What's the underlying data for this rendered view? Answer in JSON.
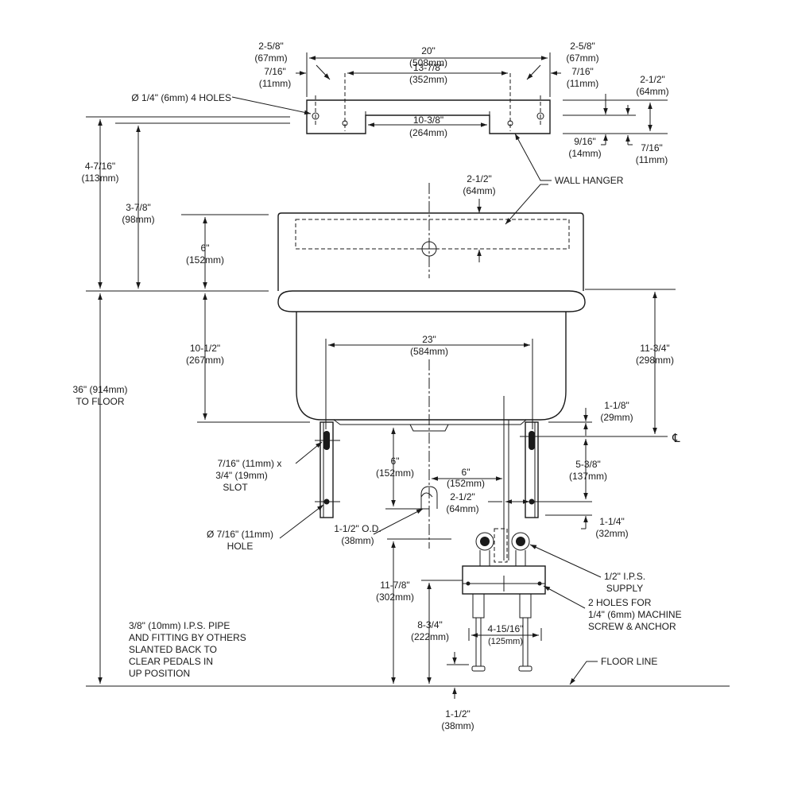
{
  "hanger": {
    "left_edge": "2-5/8\"",
    "left_edge_mm": "(67mm)",
    "right_edge": "2-5/8\"",
    "right_edge_mm": "(67mm)",
    "overall": "20\"",
    "overall_mm": "(508mm)",
    "inner": "13-7/8\"",
    "inner_mm": "(352mm)",
    "left_hole_off": "7/16\"",
    "left_hole_off_mm": "(11mm)",
    "right_hole_off": "7/16\"",
    "right_hole_off_mm": "(11mm)",
    "notch": "10-3/8\"",
    "notch_mm": "(264mm)",
    "height": "2-1/2\"",
    "height_mm": "(64mm)",
    "notch_depth": "9/16\"",
    "notch_depth_mm": "(14mm)",
    "hole_drop": "7/16\"",
    "hole_drop_mm": "(11mm)",
    "holes_note": "Ø 1/4\" (6mm) 4 HOLES",
    "label": "WALL HANGER"
  },
  "dims": {
    "d_4_7_16": "4-7/16\"",
    "d_4_7_16_mm": "(113mm)",
    "d_3_7_8": "3-7/8\"",
    "d_3_7_8_mm": "(98mm)",
    "d_6_back": "6\"",
    "d_6_back_mm": "(152mm)",
    "d_2_1_2_top": "2-1/2\"",
    "d_2_1_2_top_mm": "(64mm)",
    "d_36": "36\" (914mm)",
    "d_36_to_floor": "TO FLOOR",
    "d_10_1_2": "10-1/2\"",
    "d_10_1_2_mm": "(267mm)",
    "d_23": "23\"",
    "d_23_mm": "(584mm)",
    "d_11_3_4": "11-3/4\"",
    "d_11_3_4_mm": "(298mm)",
    "d_1_1_8": "1-1/8\"",
    "d_1_1_8_mm": "(29mm)",
    "centerline": "℄",
    "d_5_3_8": "5-3/8\"",
    "d_5_3_8_mm": "(137mm)",
    "d_6_drain": "6\"",
    "d_6_drain_mm": "(152mm)",
    "d_6_horiz": "6\"",
    "d_6_horiz_mm": "(152mm)",
    "d_2_1_2_mid": "2-1/2\"",
    "d_2_1_2_mid_mm": "(64mm)",
    "d_1_1_4": "1-1/4\"",
    "d_1_1_4_mm": "(32mm)",
    "d_11_7_8": "11-7/8\"",
    "d_11_7_8_mm": "(302mm)",
    "d_8_3_4": "8-3/4\"",
    "d_8_3_4_mm": "(222mm)",
    "d_4_15_16": "4-15/16\"",
    "d_4_15_16_mm": "(125mm)",
    "d_1_1_2_bot": "1-1/2\"",
    "d_1_1_2_bot_mm": "(38mm)"
  },
  "notes": {
    "slot_1": "7/16\" (11mm) x",
    "slot_2": "3/4\" (19mm)",
    "slot_3": "SLOT",
    "hole_1": "Ø 7/16\" (11mm)",
    "hole_2": "HOLE",
    "od_1": "1-1/2\" O.D.",
    "od_2": "(38mm)",
    "ips_1": "1/2\" I.P.S.",
    "ips_2": "SUPPLY",
    "screw_1": "2 HOLES FOR",
    "screw_2": "1/4\" (6mm) MACHINE",
    "screw_3": "SCREW & ANCHOR",
    "pipe_1": "3/8\" (10mm) I.P.S. PIPE",
    "pipe_2": "AND FITTING BY OTHERS",
    "pipe_3": "SLANTED BACK TO",
    "pipe_4": "CLEAR PEDALS IN",
    "pipe_5": "UP POSITION",
    "floor": "FLOOR LINE"
  }
}
